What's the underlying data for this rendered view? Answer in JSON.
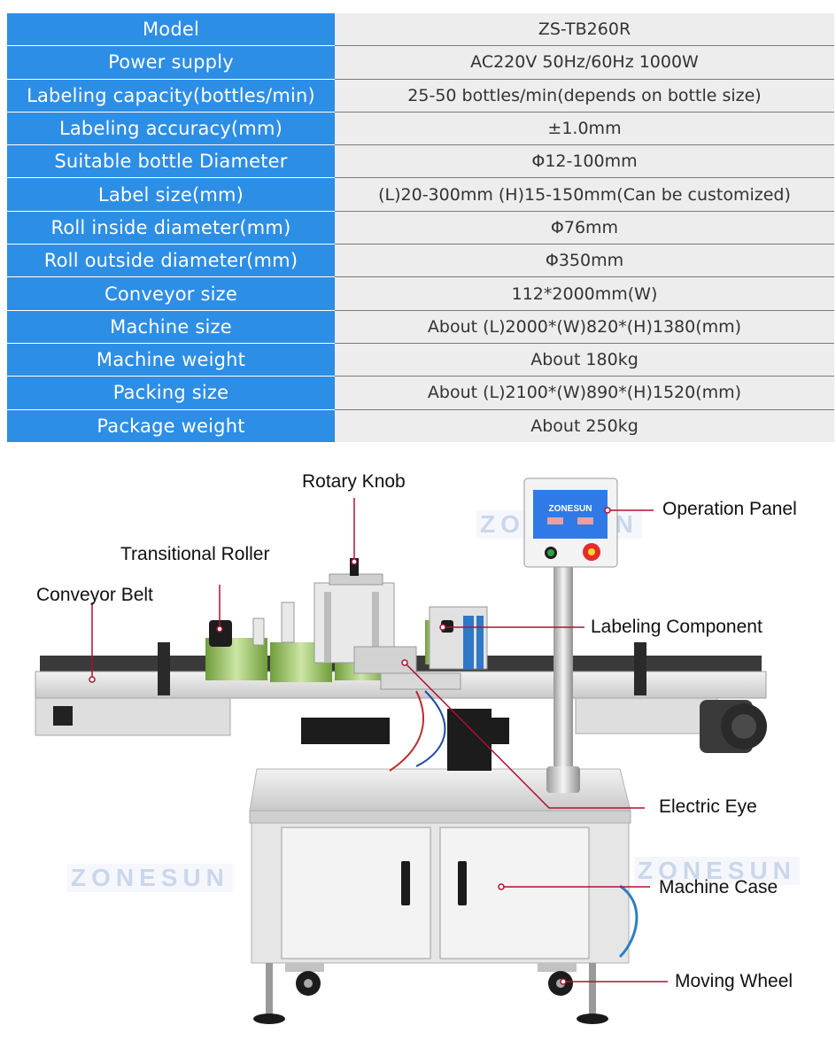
{
  "specs": [
    {
      "label": "Model",
      "value": "ZS-TB260R"
    },
    {
      "label": "Power supply",
      "value": "AC220V 50Hz/60Hz 1000W"
    },
    {
      "label": "Labeling capacity(bottles/min)",
      "value": "25-50 bottles/min(depends on bottle size)"
    },
    {
      "label": "Labeling accuracy(mm)",
      "value": "±1.0mm"
    },
    {
      "label": "Suitable bottle Diameter",
      "value": "Φ12-100mm"
    },
    {
      "label": "Label size(mm)",
      "value": "(L)20-300mm (H)15-150mm(Can be customized)"
    },
    {
      "label": "Roll inside diameter(mm)",
      "value": "Φ76mm"
    },
    {
      "label": "Roll outside diameter(mm)",
      "value": "Φ350mm"
    },
    {
      "label": "Conveyor size",
      "value": "112*2000mm(W)"
    },
    {
      "label": "Machine size",
      "value": "About (L)2000*(W)820*(H)1380(mm)"
    },
    {
      "label": "Machine weight",
      "value": "About 180kg"
    },
    {
      "label": "Packing size",
      "value": "About (L)2100*(W)890*(H)1520(mm)"
    },
    {
      "label": "Package weight",
      "value": "About 250kg"
    }
  ],
  "callouts": {
    "rotary_knob": "Rotary Knob",
    "operation_panel": "Operation Panel",
    "transitional_roller": "Transitional Roller",
    "conveyor_belt": "Conveyor Belt",
    "labeling_component": "Labeling Component",
    "electric_eye": "Electric Eye",
    "machine_case": "Machine Case",
    "moving_wheel": "Moving Wheel"
  },
  "brand": {
    "watermark": "ZONESUN",
    "screen_logo": "ZONESUN"
  },
  "colors": {
    "label_cell": "#2d8ee6",
    "value_cell": "#ededed",
    "pointer_line": "#b01030"
  }
}
